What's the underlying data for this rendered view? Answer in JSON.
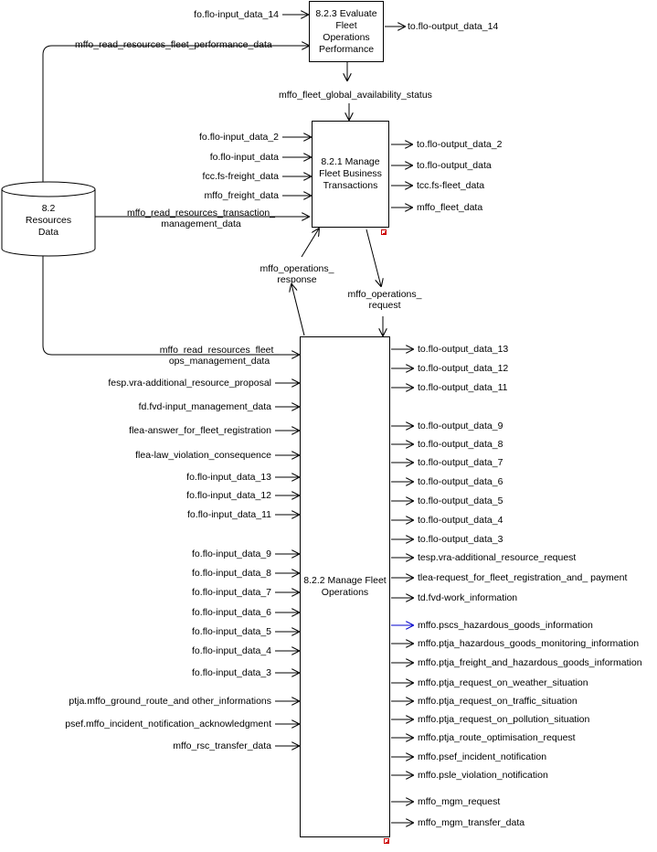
{
  "processes": {
    "evaluate": "8.2.3 Evaluate Fleet Operations Performance",
    "evaluate_lines": [
      "8.2.3 Evaluate",
      "Fleet",
      "Operations",
      "Performance"
    ],
    "manage_business": "8.2.1 Manage Fleet Business Transactions",
    "manage_business_lines": [
      "8.2.1 Manage",
      "Fleet Business",
      "Transactions"
    ],
    "manage_ops": "8.2.2 Manage Fleet Operations",
    "manage_ops_lines": [
      "8.2.2 Manage Fleet",
      "Operations"
    ]
  },
  "datastore": {
    "lines": [
      "8.2",
      "Resources",
      "Data"
    ]
  },
  "flows": {
    "evaluate_in": "fo.flo-input_data_14",
    "evaluate_out": "to.flo-output_data_14",
    "read_performance": "mffo_read_resources_fleet_performance_data",
    "global_availability": "mffo_fleet_global_availability_status",
    "business_inputs": [
      "fo.flo-input_data_2",
      "fo.flo-input_data",
      "fcc.fs-freight_data",
      "mffo_freight_data"
    ],
    "read_transaction": [
      "mffo_read_resources_transaction_",
      "management_data"
    ],
    "business_outputs": [
      "to.flo-output_data_2",
      "to.flo-output_data",
      "tcc.fs-fleet_data",
      "mffo_fleet_data"
    ],
    "ops_response": [
      "mffo_operations_",
      "response"
    ],
    "ops_request": [
      "mffo_operations_",
      "request"
    ],
    "read_ops_mgmt": [
      "mffo_read_resources_fleet_",
      "ops_management_data"
    ],
    "ops_inputs": [
      "fesp.vra-additional_resource_proposal",
      "fd.fvd-input_management_data",
      "flea-answer_for_fleet_registration",
      "flea-law_violation_consequence",
      "fo.flo-input_data_13",
      "fo.flo-input_data_12",
      "fo.flo-input_data_11",
      "fo.flo-input_data_9",
      "fo.flo-input_data_8",
      "fo.flo-input_data_7",
      "fo.flo-input_data_6",
      "fo.flo-input_data_5",
      "fo.flo-input_data_4",
      "fo.flo-input_data_3",
      "ptja.mffo_ground_route_and other_informations",
      "psef.mffo_incident_notification_acknowledgment",
      "mffo_rsc_transfer_data"
    ],
    "ops_outputs": [
      "to.flo-output_data_13",
      "to.flo-output_data_12",
      "to.flo-output_data_11",
      "to.flo-output_data_9",
      "to.flo-output_data_8",
      "to.flo-output_data_7",
      "to.flo-output_data_6",
      "to.flo-output_data_5",
      "to.flo-output_data_4",
      "to.flo-output_data_3",
      "tesp.vra-additional_resource_request",
      "tlea-request_for_fleet_registration_and_ payment",
      "td.fvd-work_information",
      "mffo.pscs_hazardous_goods_information",
      "mffo.ptja_hazardous_goods_monitoring_information",
      "mffo.ptja_freight_and_hazardous_goods_information",
      "mffo.ptja_request_on_weather_situation",
      "mffo.ptja_request_on_traffic_situation",
      "mffo.ptja_request_on_pollution_situation",
      "mffo.ptja_route_optimisation_request",
      "mffo.psef_incident_notification",
      "mffo.psle_violation_notification",
      "mffo_mgm_request",
      "mffo_mgm_transfer_data"
    ]
  },
  "colors": {
    "line": "#000000",
    "highlight_arrow": "#0000cc",
    "decomposition_marker": "#cc0000"
  }
}
